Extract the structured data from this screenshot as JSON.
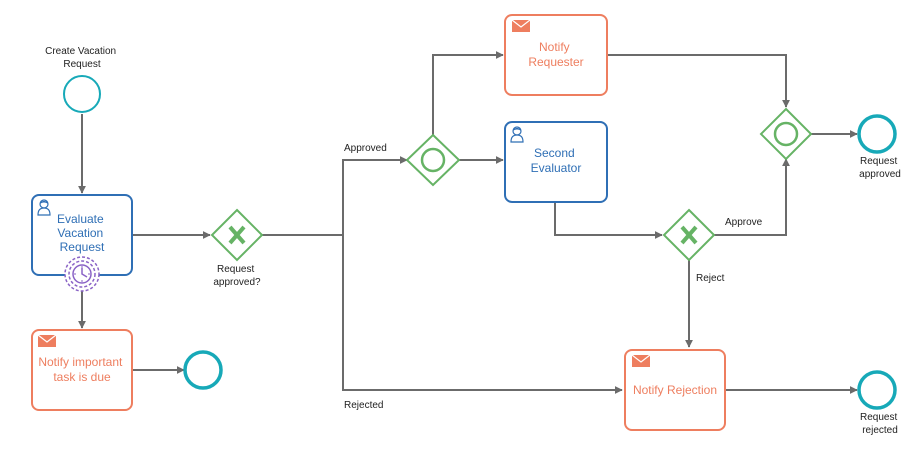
{
  "colors": {
    "flow": "#6b6b6b",
    "event": "#17a9b8",
    "user_task": "#2f6fb5",
    "send_task": "#ee7e5f",
    "gateway": "#66b365",
    "boundary_timer": "#8a63c6"
  },
  "icons": {
    "user_task": "user-icon",
    "send_task": "envelope-icon",
    "exclusive_gateway": "x-marker-icon",
    "inclusive_gateway": "circle-marker-icon",
    "boundary_event": "clock-icon"
  },
  "events": {
    "start": {
      "label": [
        "Create Vacation",
        "Request"
      ]
    },
    "end_approved": {
      "label": [
        "Request",
        "approved"
      ]
    },
    "end_rejected": {
      "label": [
        "Request",
        "rejected"
      ]
    },
    "end_notify": {
      "label": []
    }
  },
  "tasks": {
    "evaluate": {
      "label": [
        "Evaluate",
        "Vacation",
        "Request"
      ]
    },
    "notify_due": {
      "label": [
        "Notify important",
        "task is due"
      ]
    },
    "notify_requester": {
      "label": [
        "Notify",
        "Requester"
      ]
    },
    "second_evaluator": {
      "label": [
        "Second",
        "Evaluator"
      ]
    },
    "notify_rejection": {
      "label": [
        "Notify Rejection"
      ]
    }
  },
  "gateways": {
    "request_approved": {
      "label": [
        "Request",
        "approved?"
      ]
    }
  },
  "flows": {
    "approved": "Approved",
    "rejected": "Rejected",
    "approve": "Approve",
    "reject": "Reject"
  }
}
